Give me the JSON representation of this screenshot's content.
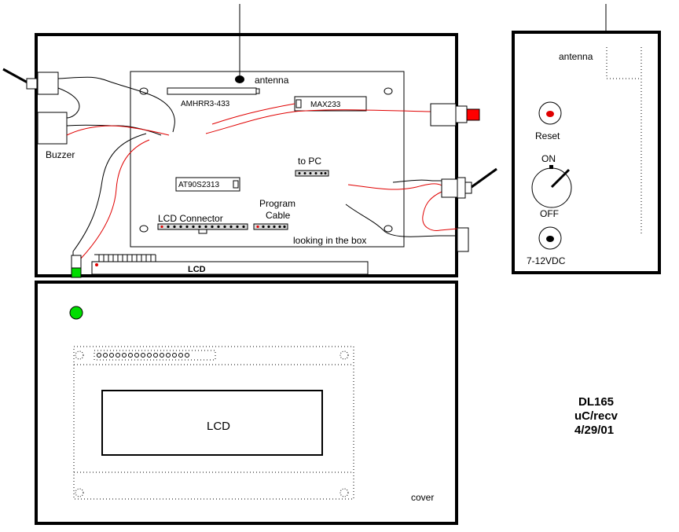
{
  "labels": {
    "antenna_board": "antenna",
    "amhrr": "AMHRR3-433",
    "max233": "MAX233",
    "buzzer": "Buzzer",
    "to_pc": "to PC",
    "at90s": "AT90S2313",
    "lcd_connector": "LCD Connector",
    "program": "Program",
    "cable": "Cable",
    "looking": "looking in the box",
    "lcd_strip": "LCD",
    "antenna_side": "antenna",
    "reset": "Reset",
    "on": "ON",
    "off": "OFF",
    "power": "7-12VDC",
    "lcd_cover": "LCD",
    "cover": "cover"
  },
  "title_block": {
    "line1": "DL165",
    "line2": "uC/recv",
    "line3": "4/29/01"
  },
  "colors": {
    "wire_red": "#e00000",
    "led_red": "#ff0000",
    "led_green": "#00dd00",
    "outline": "#000000"
  }
}
